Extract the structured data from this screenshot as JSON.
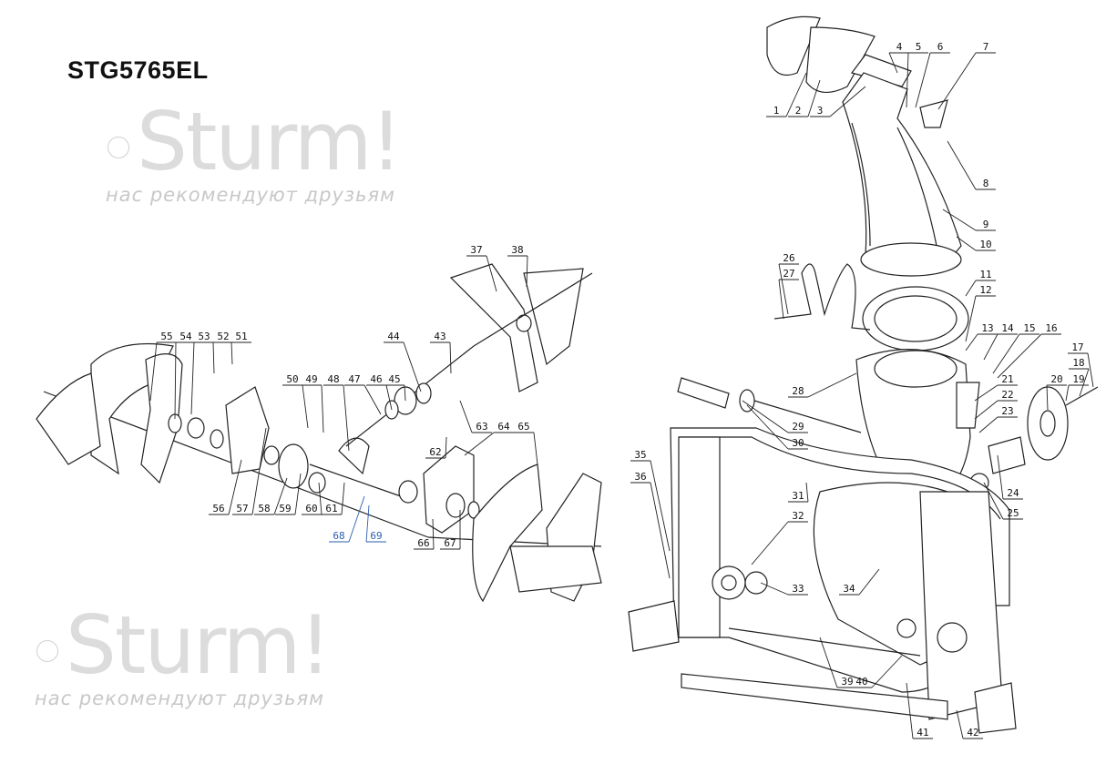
{
  "title": "STG5765EL",
  "watermark": {
    "brand": "Sturm!",
    "tagline": "нас рекомендуют друзьям"
  },
  "part_numbers": [
    "1",
    "2",
    "3",
    "4",
    "5",
    "6",
    "7",
    "8",
    "9",
    "10",
    "11",
    "12",
    "13",
    "14",
    "15",
    "16",
    "17",
    "18",
    "19",
    "20",
    "21",
    "22",
    "23",
    "24",
    "25",
    "26",
    "27",
    "28",
    "29",
    "30",
    "31",
    "32",
    "33",
    "34",
    "35",
    "36",
    "37",
    "38",
    "39",
    "40",
    "41",
    "42",
    "43",
    "44",
    "45",
    "46",
    "47",
    "48",
    "49",
    "50",
    "51",
    "52",
    "53",
    "54",
    "55",
    "56",
    "57",
    "58",
    "59",
    "60",
    "61",
    "62",
    "63",
    "64",
    "65",
    "66",
    "67",
    "68",
    "69"
  ],
  "colors": {
    "line": "#222222",
    "highlight_label": "#2a5db0",
    "watermark": "#d8d8d8"
  }
}
